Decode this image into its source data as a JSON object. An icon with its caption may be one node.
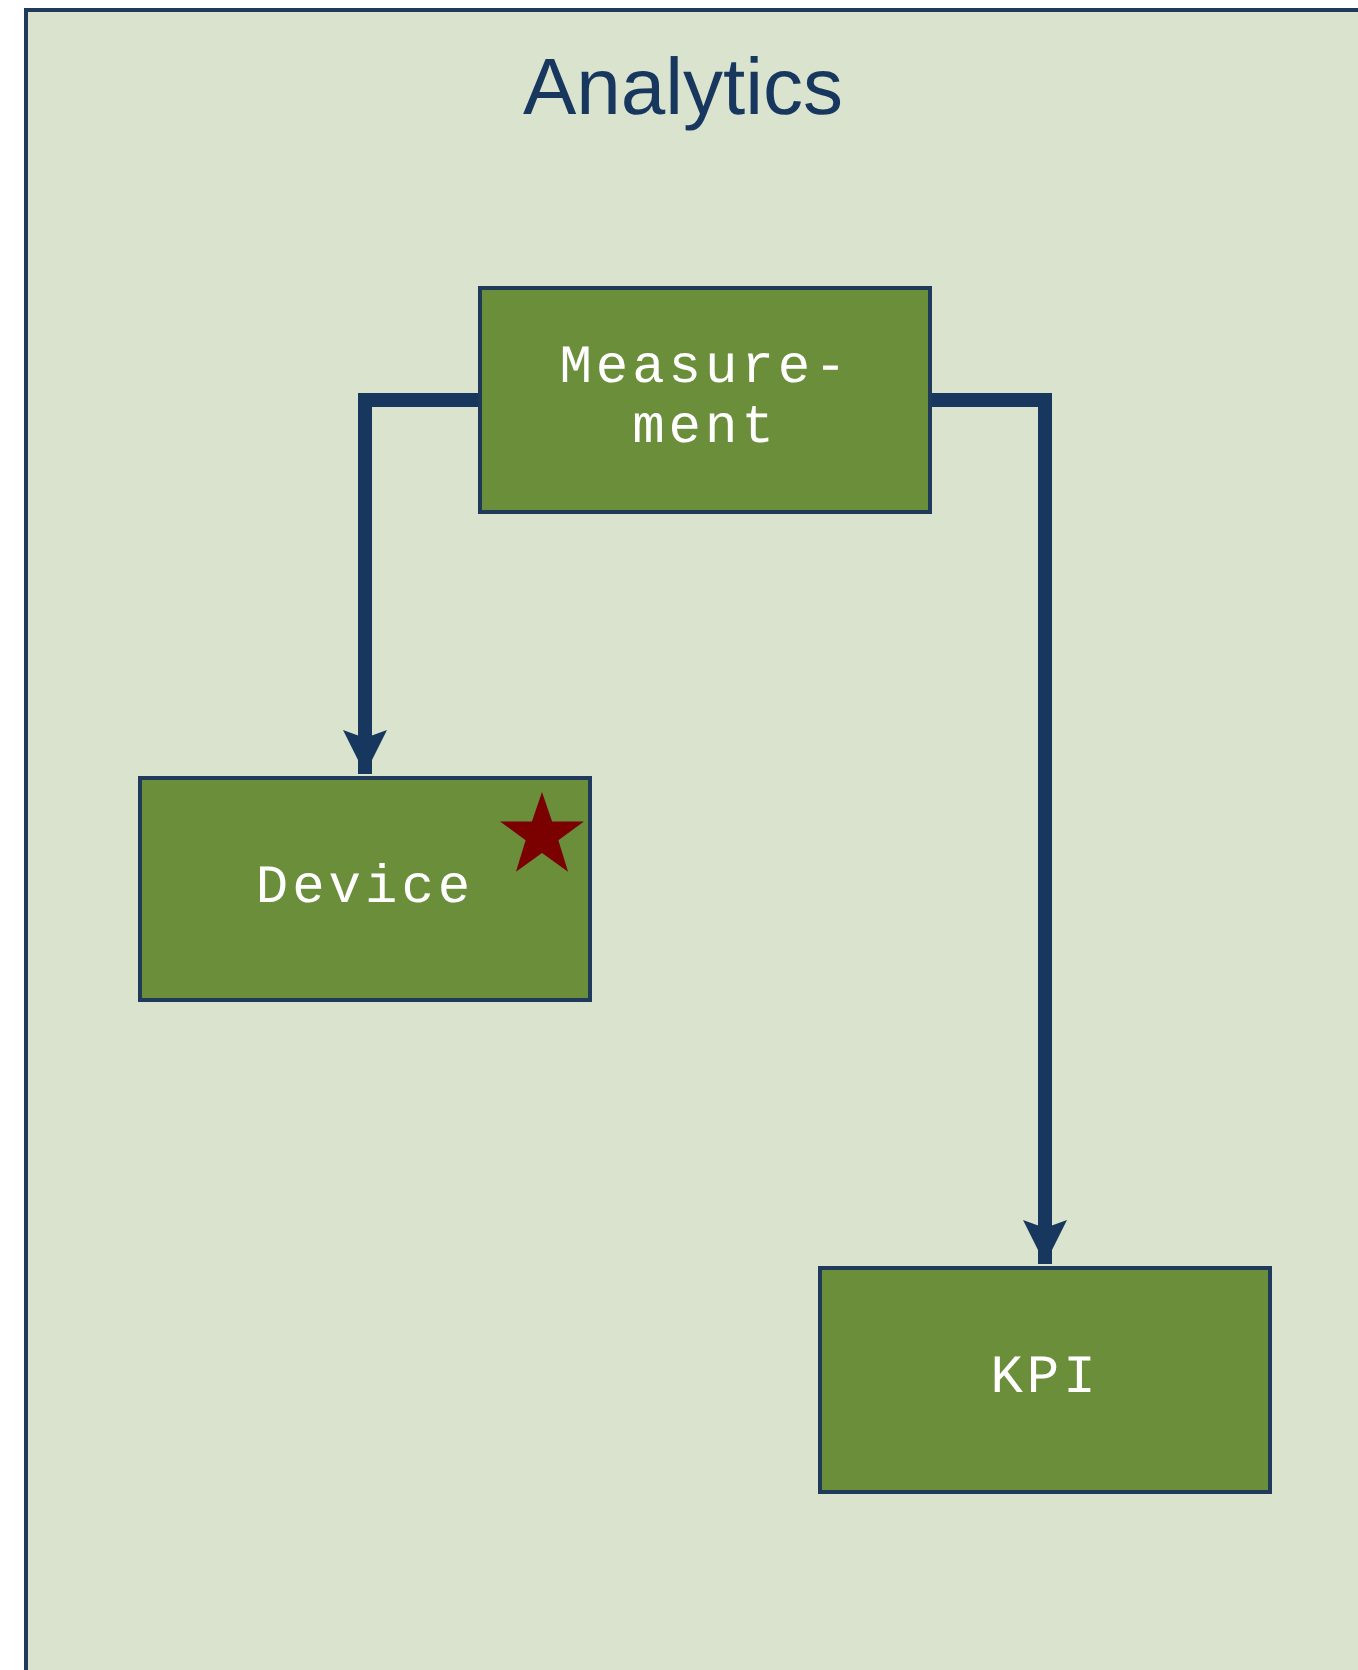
{
  "diagram": {
    "nodes": [
      {
        "text": [
          "Analytics"
        ]
      },
      {
        "text": [
          "Measure- ment"
        ],
        "in": 0
      },
      {
        "text": [
          "Device"
        ],
        "in": 0
      },
      {
        "text": [
          "KPI"
        ],
        "in": 0
      }
    ],
    "edges": [
      {
        "from": 1,
        "to": 2,
        "arrow": "to"
      },
      {
        "from": 1,
        "to": 3,
        "arrow": "to"
      }
    ]
  }
}
